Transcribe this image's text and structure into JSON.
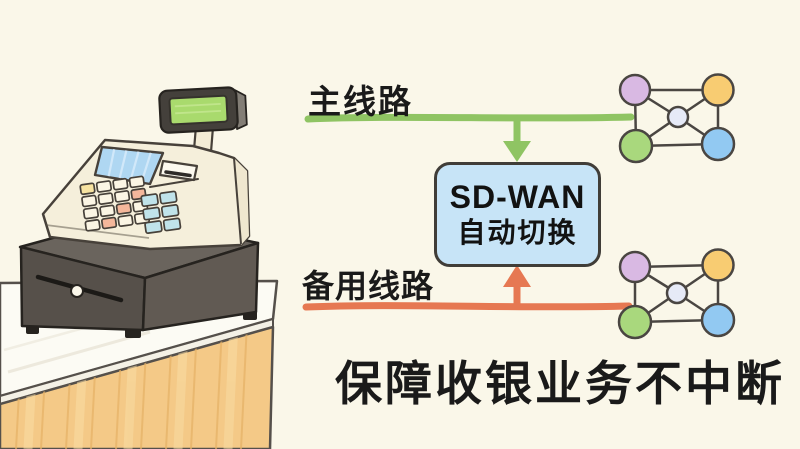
{
  "page": {
    "background": "#FAF7E9"
  },
  "headline": {
    "text": "保障收银业务不中断",
    "color": "#1A1A1A"
  },
  "labels": {
    "primary_line": "主线路",
    "backup_line": "备用线路"
  },
  "sdwan_box": {
    "title": "SD-WAN",
    "subtitle": "自动切换",
    "fill": "#C7E4F7",
    "border": "#403D38"
  },
  "colors": {
    "primary_line": "#8FC463",
    "backup_line": "#E67852",
    "node_purple": "#D9B9E3",
    "node_orange": "#F8CC72",
    "node_green": "#A9D87D",
    "node_blue": "#92C9F2",
    "node_center": "#E6EAF7",
    "mesh_edge": "#4A4642",
    "register_body": "#F5EFDB",
    "display_screen": "#A9DA6D",
    "touchscreen": "#AFD7F2",
    "counter_wood": "#F4C987"
  },
  "icons": {
    "cash_register": "cash-register-icon",
    "network_mesh_top": "network-mesh-icon",
    "network_mesh_bottom": "network-mesh-icon",
    "primary_arrow": "arrow-down-icon",
    "backup_arrow": "arrow-up-icon"
  }
}
